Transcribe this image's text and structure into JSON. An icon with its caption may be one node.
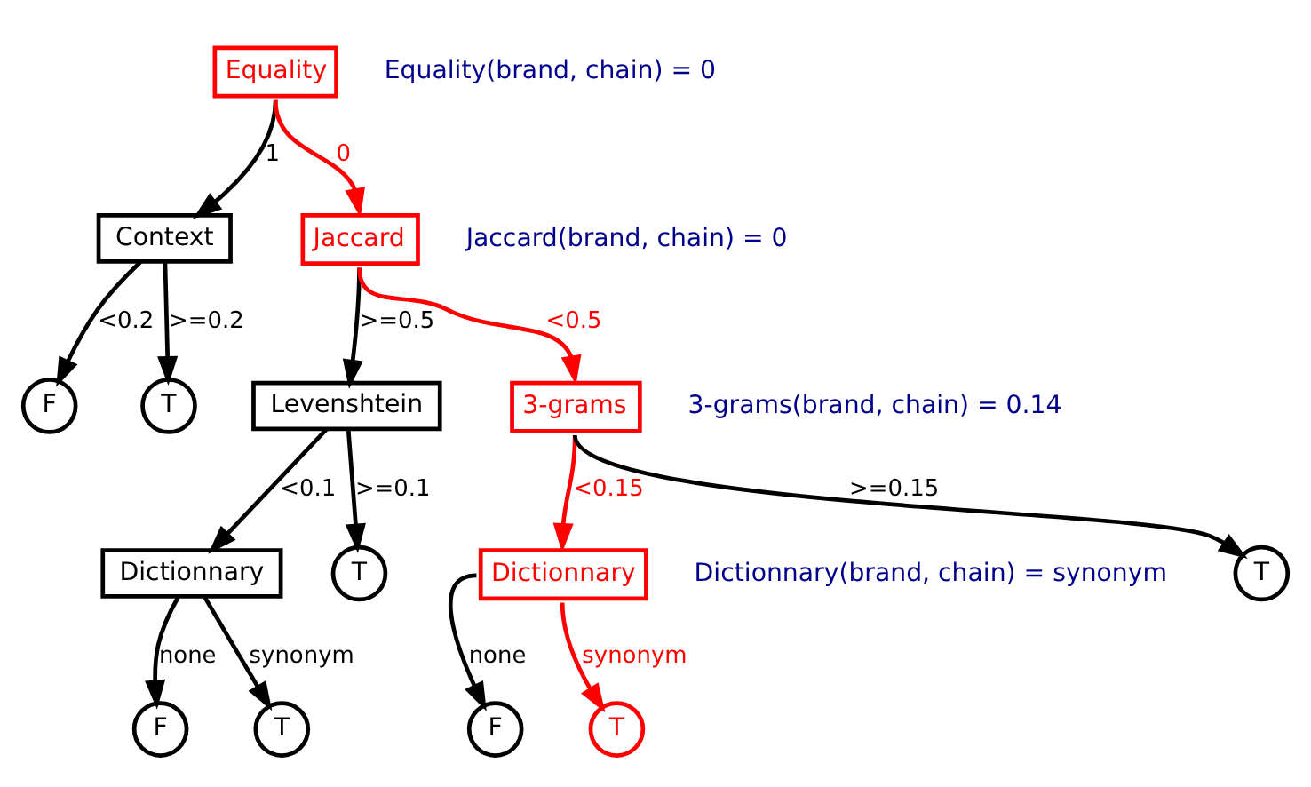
{
  "diagram": {
    "nodes": [
      {
        "text": [
          "Equality"
        ],
        "beside": [
          "Equality(brand, chain) = 0"
        ]
      },
      {
        "text": [
          "Context"
        ]
      },
      {
        "text": [
          "Jaccard"
        ],
        "beside": [
          "Jaccard(brand, chain) = 0"
        ]
      },
      {
        "text": [
          "F"
        ]
      },
      {
        "text": [
          "T"
        ]
      },
      {
        "text": [
          "Levenshtein"
        ]
      },
      {
        "text": [
          "3-grams"
        ],
        "beside": [
          "3-grams(brand, chain) = 0.14"
        ]
      },
      {
        "text": [
          "Dictionnary"
        ]
      },
      {
        "text": [
          "T"
        ]
      },
      {
        "text": [
          "Dictionnary"
        ],
        "beside": [
          "Dictionnary(brand, chain) = synonym"
        ]
      },
      {
        "text": [
          "T"
        ]
      },
      {
        "text": [
          "F"
        ]
      },
      {
        "text": [
          "T"
        ]
      },
      {
        "text": [
          "F"
        ]
      },
      {
        "text": [
          "T"
        ]
      }
    ],
    "edges": [
      {
        "from": 0,
        "to": 1,
        "arrow": "to",
        "label": "1"
      },
      {
        "from": 0,
        "to": 2,
        "arrow": "to",
        "label": "0",
        "color": "#ff0000"
      },
      {
        "from": 1,
        "to": 3,
        "arrow": "to",
        "label": "<0.2"
      },
      {
        "from": 1,
        "to": 4,
        "arrow": "to",
        "label": ">=0.2"
      },
      {
        "from": 2,
        "to": 5,
        "arrow": "to",
        "label": ">=0.5"
      },
      {
        "from": 2,
        "to": 6,
        "arrow": "to",
        "label": "<0.5",
        "color": "#ff0000"
      },
      {
        "from": 5,
        "to": 7,
        "arrow": "to",
        "label": "<0.1"
      },
      {
        "from": 5,
        "to": 8,
        "arrow": "to",
        "label": ">=0.1"
      },
      {
        "from": 6,
        "to": 9,
        "arrow": "to",
        "label": "<0.15",
        "color": "#ff0000"
      },
      {
        "from": 6,
        "to": 10,
        "arrow": "to",
        "label": ">=0.15"
      },
      {
        "from": 7,
        "to": 11,
        "arrow": "to",
        "label": "none"
      },
      {
        "from": 7,
        "to": 12,
        "arrow": "to",
        "label": "synonym"
      },
      {
        "from": 9,
        "to": 13,
        "arrow": "to",
        "label": "none"
      },
      {
        "from": 9,
        "to": 14,
        "arrow": "to",
        "label": "synonym",
        "color": "#ff0000"
      }
    ]
  }
}
